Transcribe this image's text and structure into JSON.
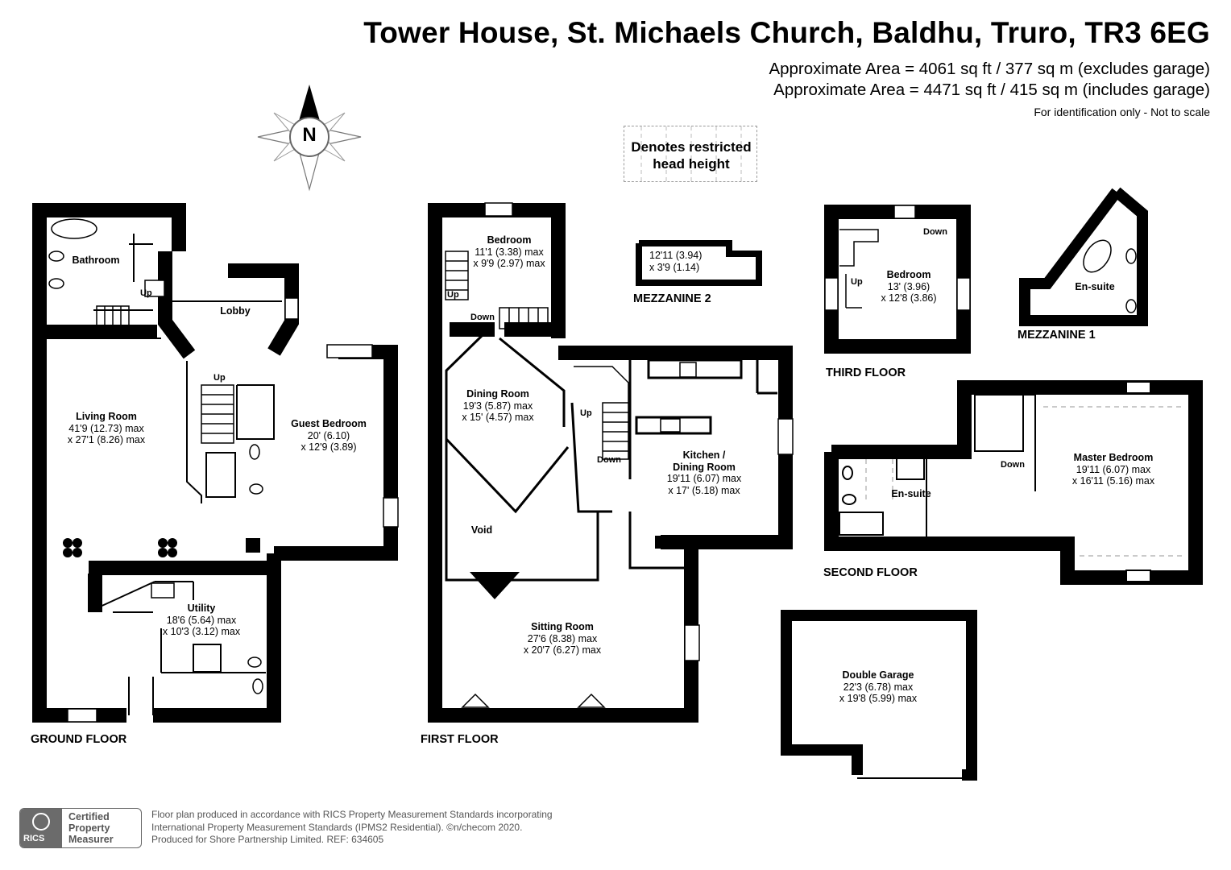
{
  "header": {
    "title": "Tower House, St. Michaels Church, Baldhu, Truro, TR3 6EG",
    "area_excl": "Approximate Area = 4061 sq ft / 377 sq m (excludes garage)",
    "area_incl": "Approximate Area = 4471 sq ft / 415 sq m (includes garage)",
    "disclaimer": "For identification only - Not to scale"
  },
  "legend": {
    "line1": "Denotes restricted",
    "line2": "head height"
  },
  "compass": {
    "letter": "N"
  },
  "floors": {
    "ground": "GROUND FLOOR",
    "first": "FIRST FLOOR",
    "second": "SECOND FLOOR",
    "third": "THIRD FLOOR",
    "mezz1": "MEZZANINE 1",
    "mezz2": "MEZZANINE 2"
  },
  "rooms": {
    "bathroom": {
      "name": "Bathroom"
    },
    "lobby": {
      "name": "Lobby"
    },
    "living": {
      "name": "Living Room",
      "dim1": "41'9 (12.73) max",
      "dim2": "x 27'1 (8.26) max"
    },
    "guest": {
      "name": "Guest Bedroom",
      "dim1": "20' (6.10)",
      "dim2": "x 12'9 (3.89)"
    },
    "utility": {
      "name": "Utility",
      "dim1": "18'6 (5.64) max",
      "dim2": "x 10'3 (3.12) max"
    },
    "bedroom1": {
      "name": "Bedroom",
      "dim1": "11'1 (3.38) max",
      "dim2": "x 9'9 (2.97) max"
    },
    "dining": {
      "name": "Dining Room",
      "dim1": "19'3 (5.87) max",
      "dim2": "x 15' (4.57) max"
    },
    "void": {
      "name": "Void"
    },
    "sitting": {
      "name": "Sitting Room",
      "dim1": "27'6 (8.38) max",
      "dim2": "x 20'7 (6.27) max"
    },
    "kitchen": {
      "name": "Kitchen /",
      "name2": "Dining Room",
      "dim1": "19'11 (6.07) max",
      "dim2": "x 17' (5.18) max"
    },
    "mezz2room": {
      "dim1": "12'11 (3.94)",
      "dim2": "x 3'9 (1.14)"
    },
    "bedroom3": {
      "name": "Bedroom",
      "dim1": "13' (3.96)",
      "dim2": "x 12'8 (3.86)"
    },
    "ensuite_mezz": {
      "name": "En-suite"
    },
    "ensuite2": {
      "name": "En-suite"
    },
    "master": {
      "name": "Master Bedroom",
      "dim1": "19'11 (6.07) max",
      "dim2": "x 16'11 (5.16) max"
    },
    "garage": {
      "name": "Double Garage",
      "dim1": "22'3 (6.78) max",
      "dim2": "x 19'8 (5.99) max"
    }
  },
  "stairs": {
    "up": "Up",
    "down": "Down"
  },
  "footer": {
    "badge_line1": "Certified",
    "badge_line2": "Property",
    "badge_line3": "Measurer",
    "badge_org": "RICS",
    "line1": "Floor plan produced in accordance with RICS Property Measurement Standards incorporating",
    "line2": "International Property Measurement Standards (IPMS2 Residential).  ©n/checom 2020.",
    "line3": "Produced for Shore Partnership Limited.   REF:  634605"
  }
}
